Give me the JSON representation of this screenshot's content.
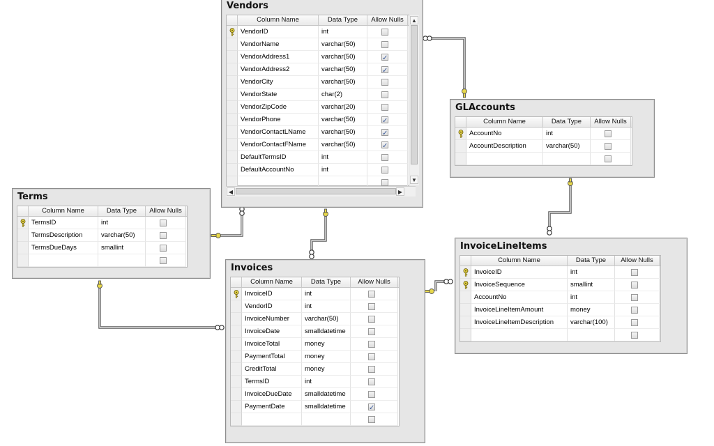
{
  "column_headers": {
    "name": "Column Name",
    "type": "Data Type",
    "nulls": "Allow Nulls"
  },
  "colors": {
    "line": "#5a5a5a",
    "key": "#e8d84a",
    "panel": "#e6e6e6"
  },
  "tables": {
    "vendors": {
      "title": "Vendors",
      "rows": [
        {
          "name": "VendorID",
          "type": "int",
          "nulls": false,
          "pk": true
        },
        {
          "name": "VendorName",
          "type": "varchar(50)",
          "nulls": false,
          "pk": false
        },
        {
          "name": "VendorAddress1",
          "type": "varchar(50)",
          "nulls": true,
          "pk": false
        },
        {
          "name": "VendorAddress2",
          "type": "varchar(50)",
          "nulls": true,
          "pk": false
        },
        {
          "name": "VendorCity",
          "type": "varchar(50)",
          "nulls": false,
          "pk": false
        },
        {
          "name": "VendorState",
          "type": "char(2)",
          "nulls": false,
          "pk": false
        },
        {
          "name": "VendorZipCode",
          "type": "varchar(20)",
          "nulls": false,
          "pk": false
        },
        {
          "name": "VendorPhone",
          "type": "varchar(50)",
          "nulls": true,
          "pk": false
        },
        {
          "name": "VendorContactLName",
          "type": "varchar(50)",
          "nulls": true,
          "pk": false
        },
        {
          "name": "VendorContactFName",
          "type": "varchar(50)",
          "nulls": true,
          "pk": false
        },
        {
          "name": "DefaultTermsID",
          "type": "int",
          "nulls": false,
          "pk": false
        },
        {
          "name": "DefaultAccountNo",
          "type": "int",
          "nulls": false,
          "pk": false
        }
      ]
    },
    "glaccounts": {
      "title": "GLAccounts",
      "rows": [
        {
          "name": "AccountNo",
          "type": "int",
          "nulls": false,
          "pk": true
        },
        {
          "name": "AccountDescription",
          "type": "varchar(50)",
          "nulls": false,
          "pk": false
        }
      ]
    },
    "terms": {
      "title": "Terms",
      "rows": [
        {
          "name": "TermsID",
          "type": "int",
          "nulls": false,
          "pk": true
        },
        {
          "name": "TermsDescription",
          "type": "varchar(50)",
          "nulls": false,
          "pk": false
        },
        {
          "name": "TermsDueDays",
          "type": "smallint",
          "nulls": false,
          "pk": false
        }
      ]
    },
    "invoices": {
      "title": "Invoices",
      "rows": [
        {
          "name": "InvoiceID",
          "type": "int",
          "nulls": false,
          "pk": true
        },
        {
          "name": "VendorID",
          "type": "int",
          "nulls": false,
          "pk": false
        },
        {
          "name": "InvoiceNumber",
          "type": "varchar(50)",
          "nulls": false,
          "pk": false
        },
        {
          "name": "InvoiceDate",
          "type": "smalldatetime",
          "nulls": false,
          "pk": false
        },
        {
          "name": "InvoiceTotal",
          "type": "money",
          "nulls": false,
          "pk": false
        },
        {
          "name": "PaymentTotal",
          "type": "money",
          "nulls": false,
          "pk": false
        },
        {
          "name": "CreditTotal",
          "type": "money",
          "nulls": false,
          "pk": false
        },
        {
          "name": "TermsID",
          "type": "int",
          "nulls": false,
          "pk": false
        },
        {
          "name": "InvoiceDueDate",
          "type": "smalldatetime",
          "nulls": false,
          "pk": false
        },
        {
          "name": "PaymentDate",
          "type": "smalldatetime",
          "nulls": true,
          "pk": false
        }
      ]
    },
    "invoicelineitems": {
      "title": "InvoiceLineItems",
      "rows": [
        {
          "name": "InvoiceID",
          "type": "int",
          "nulls": false,
          "pk": true
        },
        {
          "name": "InvoiceSequence",
          "type": "smallint",
          "nulls": false,
          "pk": true
        },
        {
          "name": "AccountNo",
          "type": "int",
          "nulls": false,
          "pk": false
        },
        {
          "name": "InvoiceLineItemAmount",
          "type": "money",
          "nulls": false,
          "pk": false
        },
        {
          "name": "InvoiceLineItemDescription",
          "type": "varchar(100)",
          "nulls": false,
          "pk": false
        }
      ]
    }
  }
}
